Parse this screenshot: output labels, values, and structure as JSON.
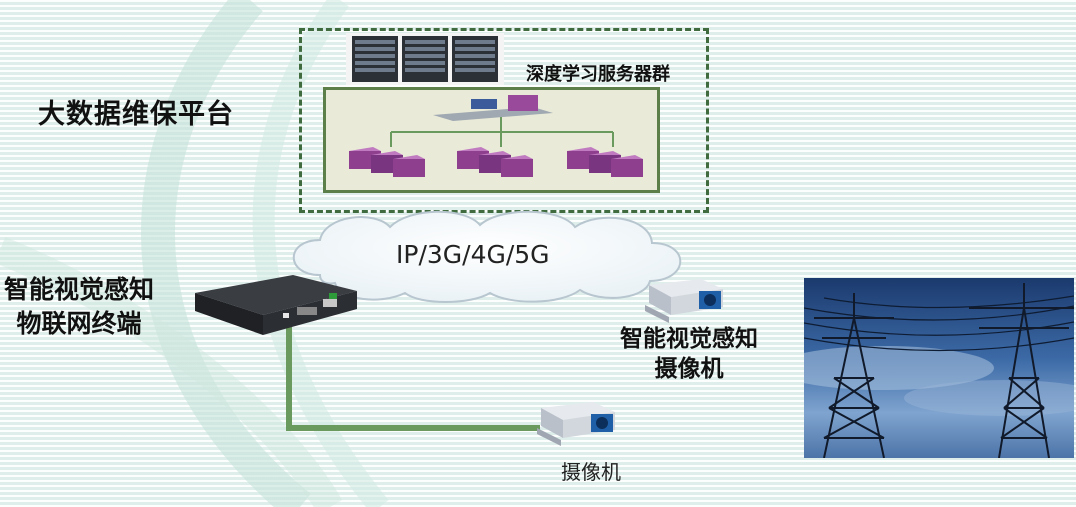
{
  "labels": {
    "platform": "大数据维保平台",
    "server_group": "深度学习服务器群",
    "network": "IP/3G/4G/5G",
    "terminal_line1": "智能视觉感知",
    "terminal_line2": "物联网终端",
    "smart_camera_line1": "智能视觉感知",
    "smart_camera_line2": "摄像机",
    "camera": "摄像机"
  },
  "colors": {
    "frame_green": "#3f6b3f",
    "link_green": "#6a9a5e",
    "server_purple": "#8e3f8e"
  }
}
